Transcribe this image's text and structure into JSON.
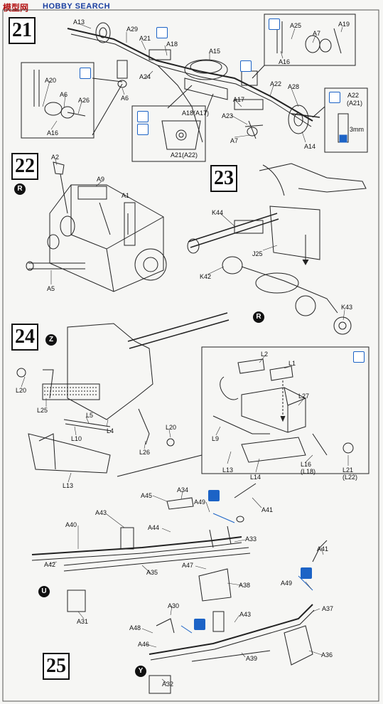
{
  "watermark": {
    "site": "模型网",
    "brand": "HOBBY SEARCH"
  },
  "steps": [
    "21",
    "22",
    "23",
    "24",
    "25"
  ],
  "markers": {
    "r": "R",
    "z": "Z",
    "u": "U",
    "y": "Y"
  },
  "step21": {
    "A13": "A13",
    "A29": "A29",
    "A21": "A21",
    "A18": "A18",
    "A15": "A15",
    "A24": "A24",
    "A6": "A6",
    "A20": "A20",
    "A26": "A26",
    "A16": "A16",
    "A25": "A25",
    "A7": "A7",
    "A19": "A19",
    "A16b": "A16",
    "A22": "A22",
    "A28": "A28",
    "A17": "A17",
    "A23": "A23",
    "A7b": "A7",
    "A14": "A14",
    "inset1": "A18(A17)",
    "inset2": "A21(A22)",
    "inset3a": "A22",
    "inset3b": "(A21)",
    "inset3c": "3mm",
    "A6b": "A6"
  },
  "step22": {
    "A2": "A2",
    "A9": "A9",
    "A1": "A1",
    "A5": "A5"
  },
  "step23": {
    "K44": "K44",
    "J25": "J25",
    "K42": "K42",
    "K43": "K43"
  },
  "step24": {
    "L20a": "L20",
    "L25": "L25",
    "L5": "L5",
    "L4": "L4",
    "L10": "L10",
    "L26": "L26",
    "L20b": "L20",
    "L13": "L13",
    "L2": "L2",
    "L1": "L1",
    "L27": "L27",
    "L9": "L9",
    "L13b": "L13",
    "L14": "L14",
    "L16": "L16\n(L18)",
    "L21": "L21\n(L22)"
  },
  "step25": {
    "A45": "A45",
    "A34": "A34",
    "A49": "A49",
    "A41": "A41",
    "A43": "A43",
    "A40": "A40",
    "A44": "A44",
    "A33": "A33",
    "A42": "A42",
    "A35": "A35",
    "A47": "A47",
    "A38": "A38",
    "A31": "A31",
    "A41b": "A41",
    "A49b": "A49",
    "A30": "A30",
    "A43b": "A43",
    "A37": "A37",
    "A48": "A48",
    "A46": "A46",
    "A39": "A39",
    "A36": "A36",
    "A32": "A32"
  }
}
